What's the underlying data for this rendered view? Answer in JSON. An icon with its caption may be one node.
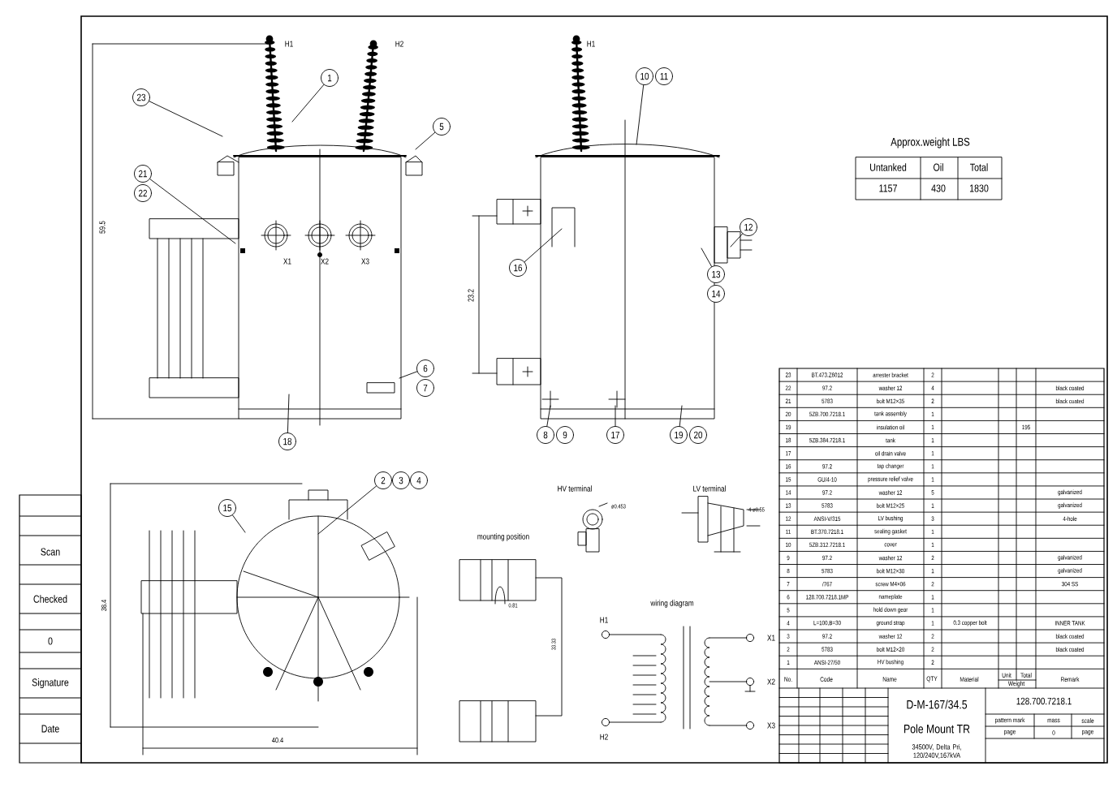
{
  "diagram": {
    "nodes": [
      {
        "text": [
          "1"
        ]
      },
      {
        "text": [
          "23"
        ]
      },
      {
        "text": [
          "5"
        ]
      },
      {
        "text": [
          "21"
        ]
      },
      {
        "text": [
          "22"
        ]
      },
      {
        "text": [
          "6"
        ]
      },
      {
        "text": [
          "7"
        ]
      },
      {
        "text": [
          "18"
        ]
      },
      {
        "text": [
          "10"
        ]
      },
      {
        "text": [
          "11"
        ]
      },
      {
        "text": [
          "16"
        ]
      },
      {
        "text": [
          "12"
        ]
      },
      {
        "text": [
          "13"
        ]
      },
      {
        "text": [
          "14"
        ]
      },
      {
        "text": [
          "8"
        ]
      },
      {
        "text": [
          "9"
        ]
      },
      {
        "text": [
          "17"
        ]
      },
      {
        "text": [
          "19"
        ]
      },
      {
        "text": [
          "20"
        ]
      },
      {
        "text": [
          "15"
        ]
      },
      {
        "text": [
          "2"
        ]
      },
      {
        "text": [
          "3"
        ]
      },
      {
        "text": [
          "4"
        ]
      }
    ],
    "edges": [
      {
        "from": 0,
        "to": null,
        "arrow": "none"
      },
      {
        "from": 1,
        "to": null,
        "arrow": "none"
      },
      {
        "from": 2,
        "to": null,
        "arrow": "none"
      },
      {
        "from": 3,
        "to": null,
        "arrow": "none"
      },
      {
        "from": 5,
        "to": null,
        "arrow": "none"
      },
      {
        "from": 7,
        "to": null,
        "arrow": "none"
      },
      {
        "from": 8,
        "to": null,
        "arrow": "none"
      },
      {
        "from": 10,
        "to": null,
        "arrow": "none"
      },
      {
        "from": 11,
        "to": null,
        "arrow": "none"
      },
      {
        "from": 12,
        "to": null,
        "arrow": "none"
      },
      {
        "from": 14,
        "to": null,
        "arrow": "none"
      },
      {
        "from": 16,
        "to": null,
        "arrow": "none"
      },
      {
        "from": 17,
        "to": null,
        "arrow": "none"
      },
      {
        "from": 19,
        "to": null,
        "arrow": "none"
      },
      {
        "from": 20,
        "to": null,
        "arrow": "none"
      }
    ],
    "labels": [
      "H1",
      "H2",
      "X1",
      "X2",
      "X3",
      "H1",
      "59.5",
      "23.2",
      "38.4",
      "40.4",
      "Approx.weight LBS",
      "Untanked",
      "Oil",
      "Total",
      "1157",
      "430",
      "1830",
      "Scan",
      "Checked",
      "0",
      "Signature",
      "Date",
      "HV terminal",
      "ø0.453",
      "LV terminal",
      "4-ø0.55",
      "mounting position",
      "0.81",
      "33.33",
      "wiring diagram",
      "H1",
      "H2",
      "X1",
      "X2",
      "X3",
      "23",
      "BT.473.Z6012",
      "arrester bracket",
      "2",
      "22",
      "97.2",
      "washer 12",
      "4",
      "black coated",
      "21",
      "5783",
      "bolt M12×35",
      "2",
      "black coated",
      "20",
      "5ZB.700.7218.1",
      "tank assembly",
      "1",
      "19",
      "insulation oil",
      "1",
      "195",
      "18",
      "5ZB.384.7218.1",
      "tank",
      "1",
      "17",
      "oil drain valve",
      "1",
      "16",
      "97.2",
      "tap changer",
      "1",
      "15",
      "GU/4-10",
      "pressure relief valve",
      "1",
      "14",
      "97.2",
      "washer 12",
      "5",
      "galvanized",
      "13",
      "5783",
      "bolt M12×25",
      "1",
      "galvanized",
      "12",
      "ANSI-V/315",
      "LV bushing",
      "3",
      "4-hole",
      "11",
      "BT.370.7218.1",
      "sealing gasket",
      "1",
      "10",
      "5ZB.312.7218.1",
      "cover",
      "1",
      "9",
      "97.2",
      "washer 12",
      "2",
      "galvanized",
      "8",
      "5783",
      "bolt M12×30",
      "1",
      "galvanized",
      "7",
      "/767",
      "screw M4×06",
      "2",
      "304 SS",
      "6",
      "128.700.7218.1MP",
      "nameplate",
      "1",
      "5",
      "hold down gear",
      "1",
      "4",
      "L=100,B=30",
      "ground strap",
      "1",
      "0.3 copper bolt",
      "INNER TANK",
      "3",
      "97.2",
      "washer 12",
      "2",
      "black coated",
      "2",
      "5783",
      "bolt M12×20",
      "2",
      "black coated",
      "1",
      "ANSI-27/50",
      "HV bushing",
      "2",
      "No.",
      "Code",
      "Name",
      "QTY",
      "Material",
      "Unit",
      "Total",
      "Weight",
      "Remark",
      "D-M-167/34.5",
      "Pole Mount TR",
      "34500V, Delta Pri, 120/240V,167kVA",
      "128.700.7218.1",
      "pattern mark",
      "mass",
      "scale",
      "page",
      "0",
      "page"
    ]
  }
}
